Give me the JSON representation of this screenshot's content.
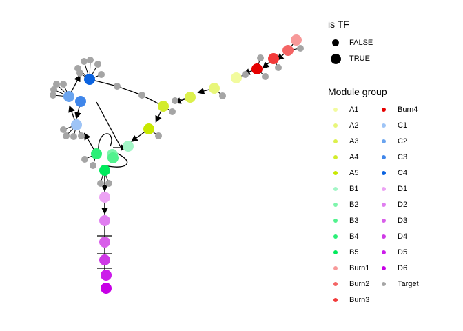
{
  "legend": {
    "is_tf": {
      "title": "is TF",
      "items": [
        {
          "label": "FALSE",
          "size": "small"
        },
        {
          "label": "TRUE",
          "size": "large"
        }
      ]
    },
    "module_group": {
      "title": "Module group",
      "col1": [
        {
          "label": "A1",
          "color": "#f2fb9e"
        },
        {
          "label": "A2",
          "color": "#e8f67a"
        },
        {
          "label": "A3",
          "color": "#dcf04c"
        },
        {
          "label": "A4",
          "color": "#d3ec2b"
        },
        {
          "label": "A5",
          "color": "#c8e800"
        },
        {
          "label": "B1",
          "color": "#a2f6c6"
        },
        {
          "label": "B2",
          "color": "#7ff5ac"
        },
        {
          "label": "B3",
          "color": "#52f28e"
        },
        {
          "label": "B4",
          "color": "#2bef77"
        },
        {
          "label": "B5",
          "color": "#00ea5c"
        },
        {
          "label": "Burn1",
          "color": "#f79999"
        },
        {
          "label": "Burn2",
          "color": "#f46464"
        },
        {
          "label": "Burn3",
          "color": "#f23a3a"
        }
      ],
      "col2": [
        {
          "label": "Burn4",
          "color": "#e60000"
        },
        {
          "label": "C1",
          "color": "#9ec4f6"
        },
        {
          "label": "C2",
          "color": "#6aa4ef"
        },
        {
          "label": "C3",
          "color": "#3f86ea"
        },
        {
          "label": "C4",
          "color": "#0b63e0"
        },
        {
          "label": "D1",
          "color": "#eca3f4"
        },
        {
          "label": "D2",
          "color": "#e07ef0"
        },
        {
          "label": "D3",
          "color": "#d85fe9"
        },
        {
          "label": "D4",
          "color": "#cf3ae6"
        },
        {
          "label": "D5",
          "color": "#cc1cea"
        },
        {
          "label": "D6",
          "color": "#c700e6"
        },
        {
          "label": "Target",
          "color": "#a5a5a5"
        }
      ]
    }
  }
}
